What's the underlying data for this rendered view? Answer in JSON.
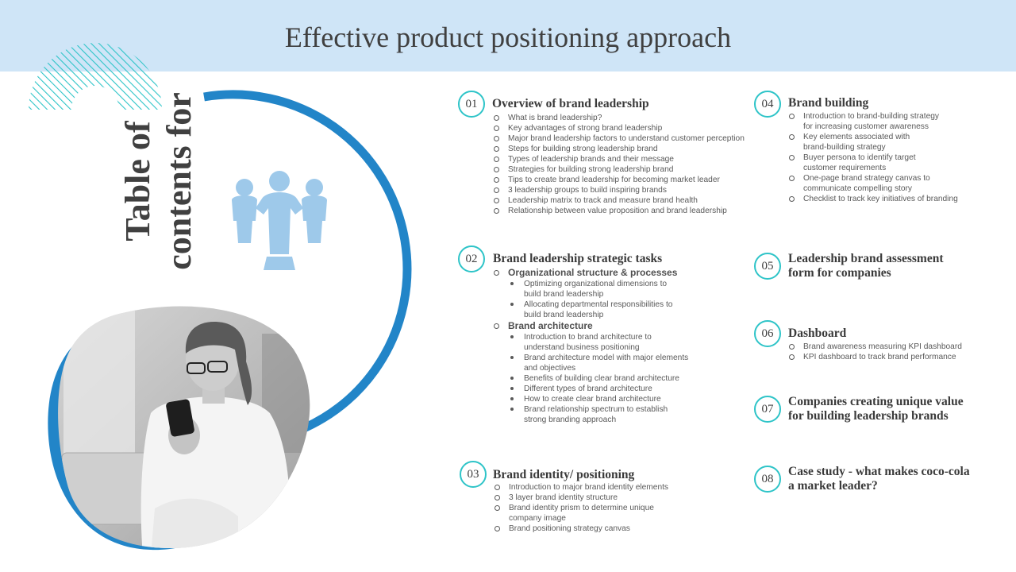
{
  "header": {
    "title": "Effective product positioning approach"
  },
  "side": {
    "title_line1": "Table of",
    "title_line2": "contents for"
  },
  "icons": {
    "people": "team-people-icon",
    "photo": "woman-with-phone-photo"
  },
  "colors": {
    "accent_blue": "#2285c8",
    "teal": "#2ec4c8",
    "header_bg": "#cfe5f7"
  },
  "sections": [
    {
      "number": "01",
      "title": "Overview of brand leadership",
      "items": [
        "What is brand leadership?",
        "Key advantages of strong brand leadership",
        "Major brand leadership factors to understand customer perception",
        "Steps for building strong leadership brand",
        "Types of leadership brands and their message",
        "Strategies for building strong leadership brand",
        "Tips to create brand leadership for becoming market leader",
        "3 leadership groups to build inspiring brands",
        "Leadership matrix to track and measure brand health",
        "Relationship between value proposition and brand leadership"
      ]
    },
    {
      "number": "02",
      "title": "Brand leadership strategic tasks",
      "groups": [
        {
          "heading": "Organizational structure & processes",
          "items": [
            "Optimizing organizational dimensions to",
            "build brand leadership",
            "Allocating departmental responsibilities to",
            "build brand leadership"
          ]
        },
        {
          "heading": "Brand architecture",
          "items": [
            "Introduction to brand architecture to",
            "understand business positioning",
            "Brand architecture model with major elements",
            "and objectives",
            "Benefits of building clear brand architecture",
            "Different types of brand architecture",
            "How to create clear brand architecture",
            "Brand relationship spectrum to establish",
            "strong branding approach"
          ]
        }
      ]
    },
    {
      "number": "03",
      "title": "Brand identity/ positioning",
      "items": [
        "Introduction to major brand identity elements",
        "3 layer brand identity structure",
        "Brand identity prism to determine unique",
        "company image",
        "Brand positioning strategy canvas"
      ]
    },
    {
      "number": "04",
      "title": "Brand building",
      "items": [
        "Introduction to brand-building strategy",
        "for increasing customer awareness",
        "Key elements associated with",
        "brand-building strategy",
        "Buyer persona to identify target",
        "customer requirements",
        "One-page brand strategy canvas to",
        "communicate compelling story",
        "Checklist to track key initiatives of branding"
      ]
    },
    {
      "number": "05",
      "title_line1": "Leadership brand assessment",
      "title_line2": "form for companies"
    },
    {
      "number": "06",
      "title": "Dashboard",
      "items": [
        "Brand awareness measuring KPI dashboard",
        "KPI dashboard to track brand performance"
      ]
    },
    {
      "number": "07",
      "title_line1": "Companies creating unique value",
      "title_line2": "for building leadership brands"
    },
    {
      "number": "08",
      "title_line1": "Case study - what makes coco-cola",
      "title_line2": "a market leader?"
    }
  ]
}
